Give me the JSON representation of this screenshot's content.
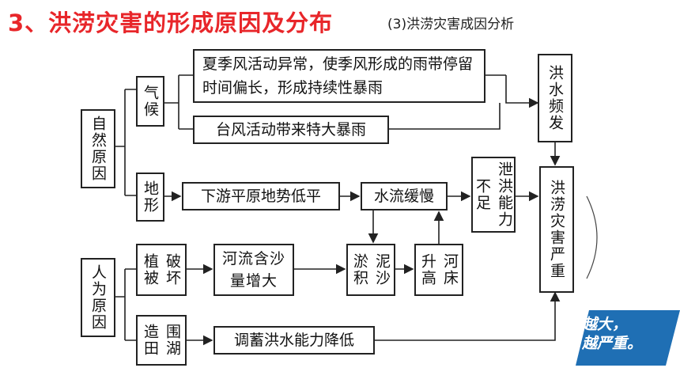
{
  "header": {
    "title": "3、洪涝灾害的形成原因及分布",
    "subtitle": "(3)洪涝灾害成因分析"
  },
  "diagram": {
    "natural": "自然原因",
    "climate": "气候",
    "monsoon": "夏季风活动异常，使季风形成的雨带停留时间偏长，形成持续性暴雨",
    "typhoon": "台风活动带来特大暴雨",
    "terrain": "地形",
    "lowland": "下游平原地势低平",
    "slowflow": "水流缓慢",
    "drainage": "泄洪能力不足",
    "frequent": "洪水频发",
    "severe": "洪涝灾害严重",
    "human": "人为原因",
    "vegetation": "破坏植被",
    "sediment_rise": "河流含沙量增大",
    "silting": "泥沙淤积",
    "riverbed": "河床升高",
    "reclaim": "围湖造田",
    "storage": "调蓄洪水能力降低"
  },
  "banner": {
    "line1": "越大，",
    "line2": "越严重。",
    "bg": "#1f6fb4"
  },
  "colors": {
    "title": "#e8262a"
  }
}
